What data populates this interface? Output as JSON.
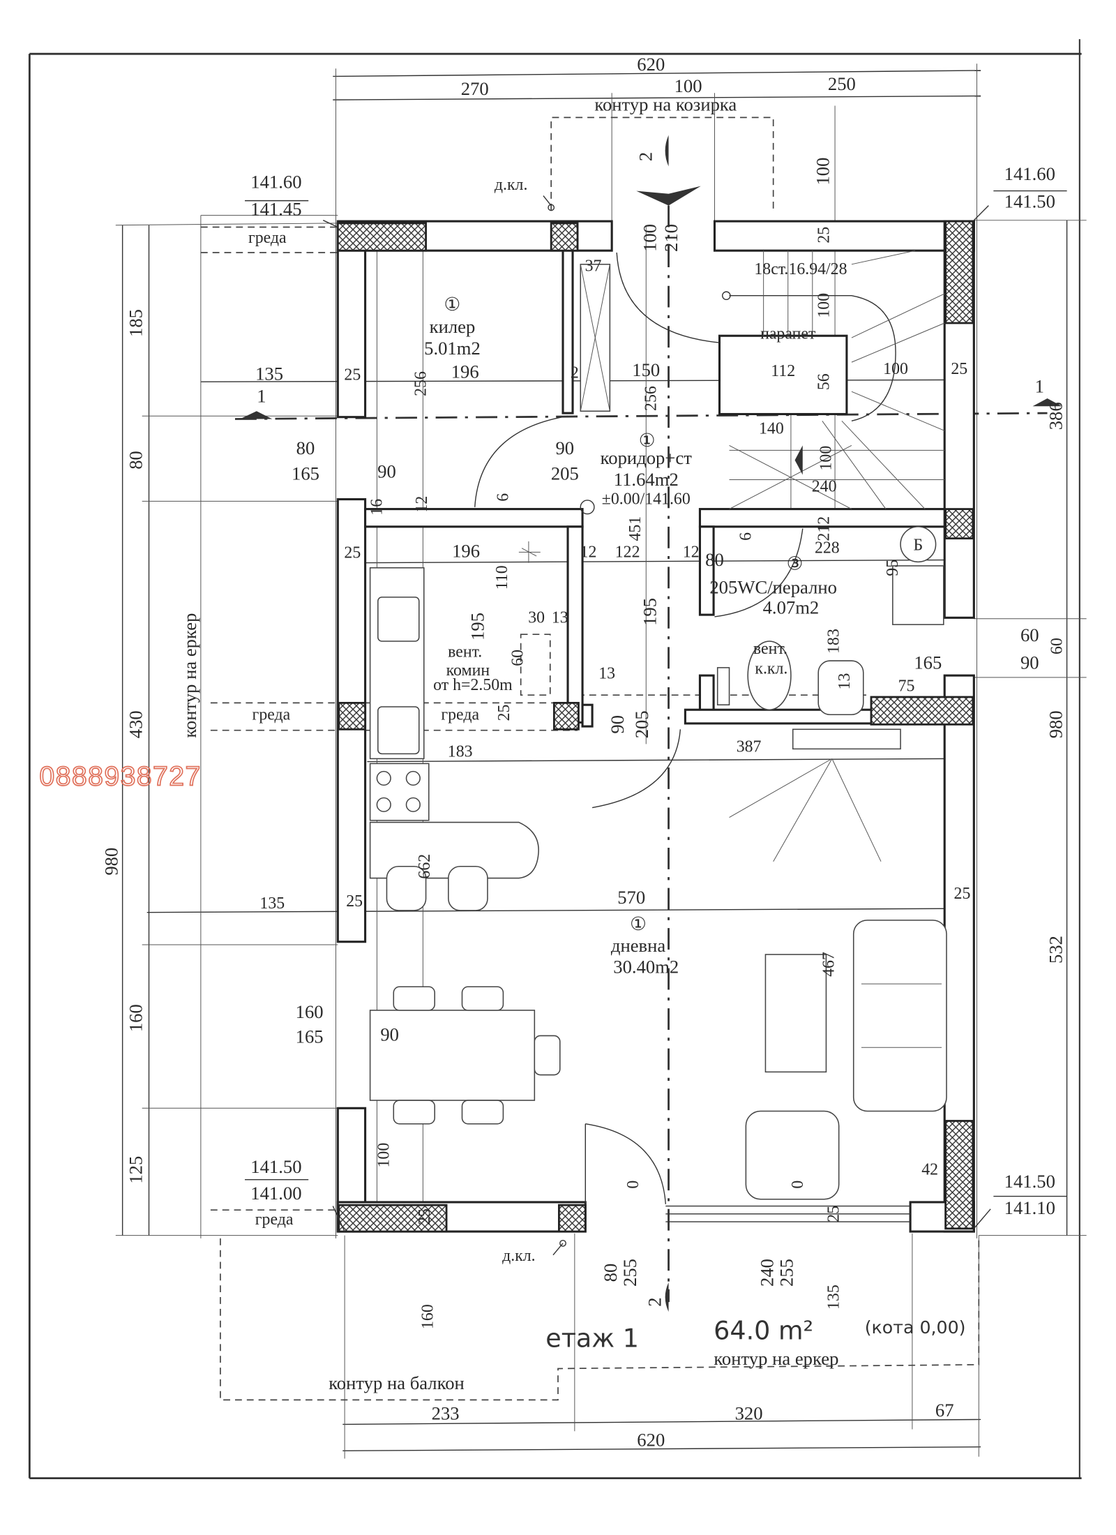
{
  "drawing": {
    "plan_title": "етаж 1",
    "plan_area": "64.0 m²",
    "plan_level": "(кота 0,00)",
    "watermark_phone": "0888938727"
  },
  "rooms": [
    {
      "number": "①",
      "name": "килер",
      "area": "5.01m2"
    },
    {
      "number": "①",
      "name": "коридор+ст",
      "area": "11.64m2",
      "level": "±0.00/141.60"
    },
    {
      "number": "③",
      "name": "205WC/перално",
      "area": "4.07m2"
    },
    {
      "number": "①",
      "name": "дневна",
      "area": "30.40m2"
    }
  ],
  "notes": {
    "canopy_outline": "контур на козирка",
    "bay_outline_left": "контур на еркер",
    "bay_outline_bottom": "контур на еркер",
    "balcony_outline": "контур на балкон",
    "beam": "греда",
    "downpipe": "д.кл.",
    "stairs": "18ст.16.94/28",
    "parapet": "парапет",
    "vent": "вент.",
    "chimney": "комин",
    "from_height": "от h=2.50m",
    "vent_wc": "вент.",
    "sewer": "к.кл.",
    "boiler": "Б",
    "section_1": "1",
    "section_2": "2"
  },
  "elevations": {
    "top_left": [
      "141.60",
      "141.45"
    ],
    "top_right": [
      "141.60",
      "141.50"
    ],
    "bottom_left": [
      "141.50",
      "141.00"
    ],
    "bottom_right": [
      "141.50",
      "141.10"
    ]
  },
  "dimensions": {
    "top_total": "620",
    "top_a": "270",
    "top_b": "100",
    "top_c": "250",
    "bottom_total": "620",
    "bottom_a": "233",
    "bottom_b": "320",
    "bottom_c": "67",
    "left_chain": [
      "185",
      "80",
      "430",
      "160",
      "125"
    ],
    "left_total": "980",
    "right_chain": [
      "386",
      "60",
      "532"
    ],
    "right_total": "980",
    "openings": {
      "pantry_window": [
        "80",
        "165"
      ],
      "pantry_window_sill": "90",
      "corridor_door": [
        "90",
        "205"
      ],
      "wc_door": [
        "80",
        "205"
      ],
      "wc_window": [
        "60",
        "90"
      ],
      "wc_window_2": "165",
      "kitchen_door": [
        "90",
        "205"
      ],
      "living_window": [
        "160",
        "165"
      ],
      "living_window_sill": "90",
      "entrance_door": [
        "100",
        "210"
      ],
      "balcony_door": [
        "80",
        "255"
      ],
      "bay_opening": [
        "240",
        "255"
      ]
    },
    "interior": {
      "r1_135": "135",
      "r1_25": "25",
      "r1_256": "256",
      "r1_196": "196",
      "r1_2": "2",
      "r1_150": "150",
      "r1_256b": "256",
      "r1_112": "112",
      "r1_56": "56",
      "r1_100": "100",
      "r1_25b": "25",
      "d37": "37",
      "d100v": "100",
      "d25v": "25",
      "d100top": "100",
      "d140": "140",
      "d240": "240",
      "d100s": "100",
      "d16": "16",
      "d12": "12",
      "d6": "6",
      "r2_25": "25",
      "r2_196": "196",
      "r2_12": "12",
      "r2_122": "122",
      "r2_12b": "12",
      "d451": "451",
      "d110": "110",
      "d228": "228",
      "d6b": "6",
      "d212": "212",
      "d95": "95",
      "d195a": "195",
      "d30": "30",
      "d13a": "13",
      "d195b": "195",
      "d183v": "183",
      "d60v": "60",
      "d13b": "13",
      "d13c": "13",
      "d75": "75",
      "d25g": "25",
      "d183": "183",
      "d387": "387",
      "d662": "662",
      "r3_135": "135",
      "r3_25": "25",
      "r3_570": "570",
      "r3_25b": "25",
      "d467": "467",
      "d100b": "100",
      "d0a": "0",
      "d0b": "0",
      "d42": "42",
      "d25bot": "25",
      "d25bot2": "25",
      "d135": "135",
      "d160": "160"
    }
  }
}
